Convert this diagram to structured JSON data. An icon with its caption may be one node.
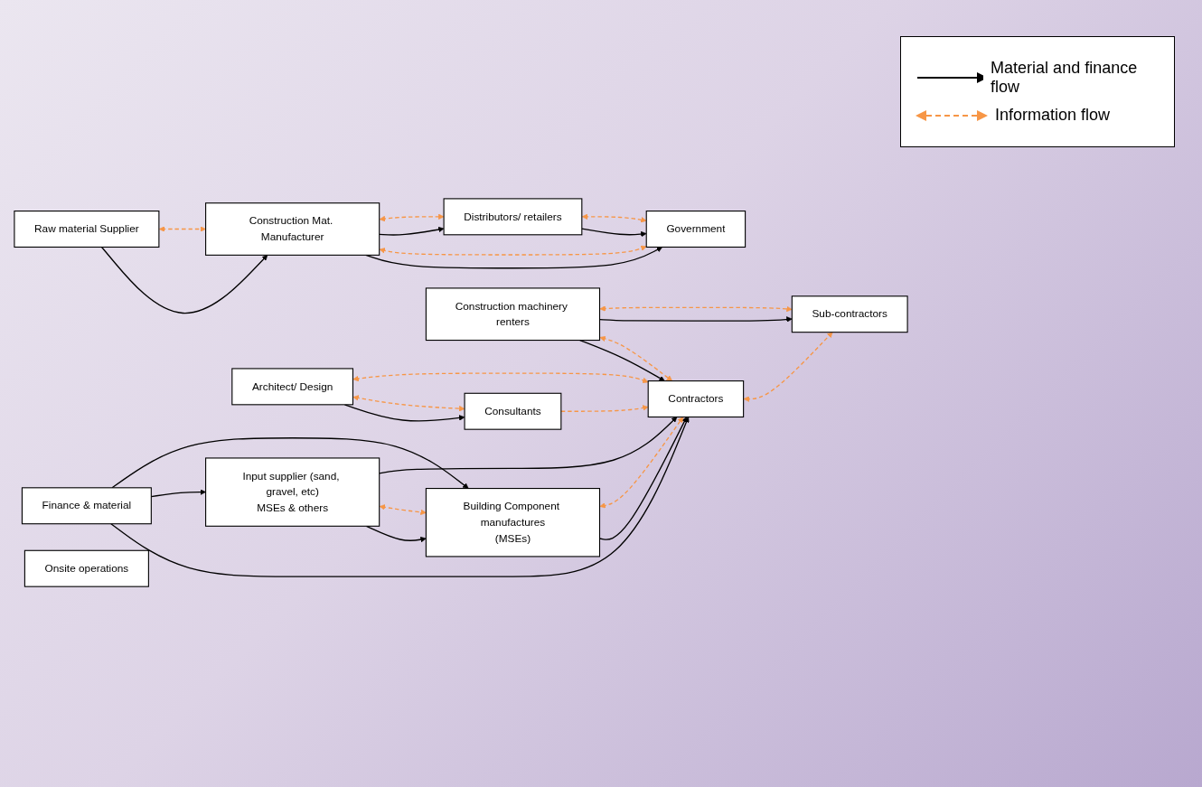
{
  "diagram": {
    "nodes": [
      {
        "text": [
          "Raw material Supplier"
        ]
      },
      {
        "text": [
          "Construction Mat. Manufacturer"
        ]
      },
      {
        "text": [
          "Distributors/ retailers"
        ]
      },
      {
        "text": [
          "Government"
        ]
      },
      {
        "text": [
          "Architect/ Design"
        ]
      },
      {
        "text": [
          "Finance & material"
        ]
      },
      {
        "text": [
          "Onsite operations"
        ]
      },
      {
        "text": [
          "Consultants"
        ]
      },
      {
        "text": [
          "Contractors"
        ]
      },
      {
        "text": [
          "Sub-contractors"
        ]
      },
      {
        "text": [
          "Input supplier (sand, gravel, etc)",
          "MSEs & others"
        ]
      },
      {
        "text": [
          "Building Component manufactures",
          "(MSEs)"
        ]
      },
      {
        "text": [
          "Construction machinery renters"
        ]
      }
    ],
    "edges": [
      {
        "from": 0,
        "to": 1,
        "arrow": "to"
      },
      {
        "from": 0,
        "to": 1,
        "arrow": "both",
        "style": "dashed",
        "color": "#f79646"
      },
      {
        "from": 1,
        "to": 3,
        "arrow": "to"
      },
      {
        "from": 1,
        "to": 3,
        "arrow": "both",
        "style": "dashed",
        "color": "#f79646"
      },
      {
        "from": 1,
        "to": 2,
        "arrow": "to"
      },
      {
        "from": 1,
        "to": 2,
        "arrow": "both",
        "style": "dashed",
        "color": "#f79646"
      },
      {
        "from": 2,
        "to": 3,
        "arrow": "to"
      },
      {
        "from": 2,
        "to": 3,
        "arrow": "both",
        "style": "dashed",
        "color": "#f79646"
      },
      {
        "from": 4,
        "to": 7,
        "arrow": "to"
      },
      {
        "from": 4,
        "to": 7,
        "arrow": "both",
        "style": "dashed",
        "color": "#f79646"
      },
      {
        "from": 4,
        "to": 8,
        "arrow": "both",
        "style": "dashed",
        "color": "#f79646"
      },
      {
        "from": 5,
        "to": 8,
        "arrow": "to"
      },
      {
        "from": 5,
        "to": 10,
        "arrow": "to"
      },
      {
        "from": 5,
        "to": 11,
        "arrow": "to"
      },
      {
        "from": 10,
        "to": 11,
        "arrow": "to"
      },
      {
        "from": 10,
        "to": 11,
        "arrow": "both",
        "style": "dashed",
        "color": "#f79646"
      },
      {
        "from": 10,
        "to": 8,
        "arrow": "to"
      },
      {
        "from": 11,
        "to": 8,
        "arrow": "to"
      },
      {
        "from": 11,
        "to": 8,
        "arrow": "both",
        "style": "dashed",
        "color": "#f79646"
      },
      {
        "from": 7,
        "to": 8,
        "arrow": "to",
        "style": "dashed",
        "color": "#f79646"
      },
      {
        "from": 8,
        "to": 9,
        "arrow": "both",
        "style": "dashed",
        "color": "#f79646"
      },
      {
        "from": 12,
        "to": 8,
        "arrow": "to"
      },
      {
        "from": 12,
        "to": 8,
        "arrow": "both",
        "style": "dashed",
        "color": "#f79646"
      },
      {
        "from": 12,
        "to": 9,
        "arrow": "to"
      },
      {
        "from": 12,
        "to": 9,
        "arrow": "both",
        "style": "dashed",
        "color": "#f79646"
      }
    ],
    "legend": [
      {
        "text": "Material and finance flow"
      },
      {
        "text": "Information flow"
      }
    ]
  }
}
